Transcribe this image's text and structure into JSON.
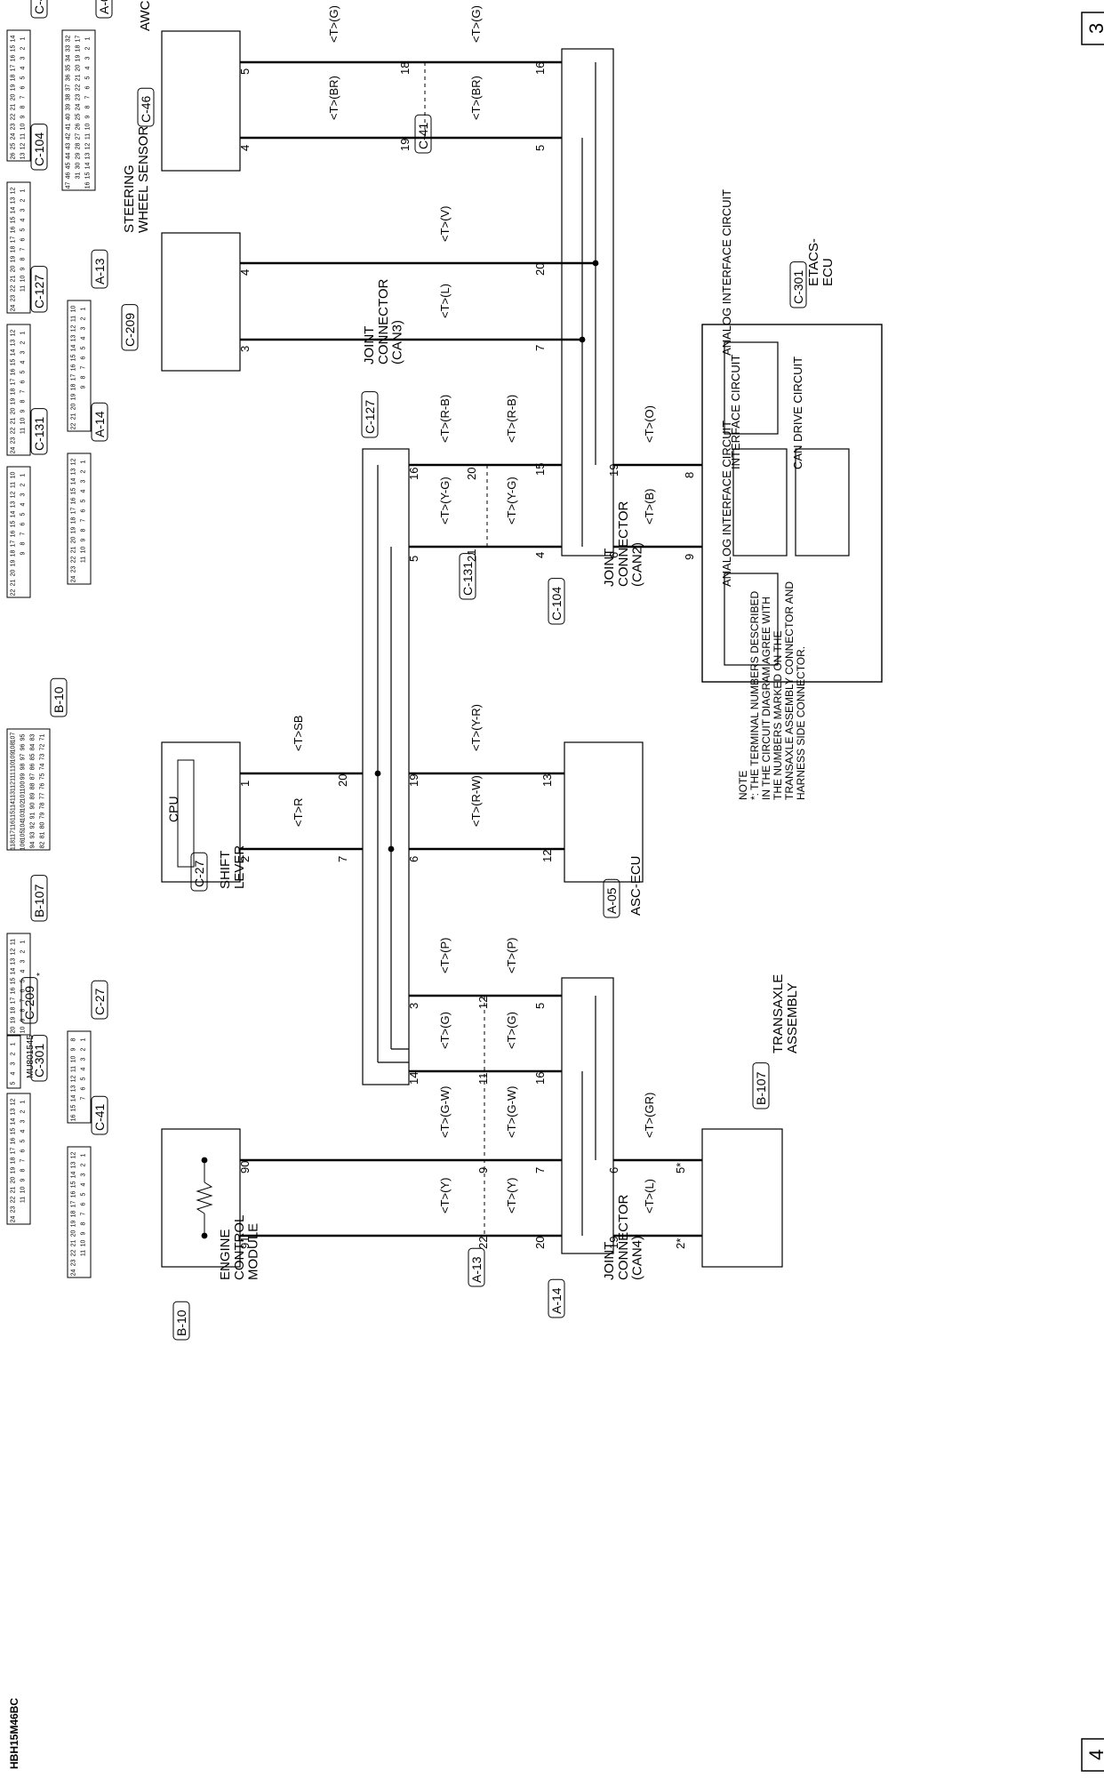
{
  "page_markers": {
    "top": "3",
    "bottom": "4"
  },
  "figure_code": "HBH15M46BC",
  "note": {
    "title": "NOTE",
    "lines": [
      "*: THE TERMINAL NUMBERS DESCRIBED",
      "IN THE CIRCUIT DIAGRAM AGREE WITH",
      "THE NUMBERS MARKED ON THE",
      "TRANSAXLE ASSEMBLY CONNECTOR AND",
      "HARNESS SIDE CONNECTOR."
    ]
  },
  "components": {
    "etacs": {
      "name": "ETACS-\nECU",
      "code": "C-301",
      "inner": [
        "ANALOG INTERFACE CIRCUIT",
        "INTERFACE CIRCUIT",
        "CAN DRIVE CIRCUIT",
        "ANALOG INTERFACE CIRCUIT"
      ]
    },
    "jc_can2": {
      "name": "JOINT\nCONNECTOR\n(CAN2)",
      "code": "C-104"
    },
    "jc_can3": {
      "name": "JOINT\nCONNECTOR\n(CAN3)",
      "code": "C-127"
    },
    "jc_can4": {
      "name": "JOINT\nCONNECTOR\n(CAN4)",
      "code": "A-14"
    },
    "awc": {
      "name": "AWC-ECU",
      "code": "C-46"
    },
    "steering": {
      "name": "STEERING\nWHEEL SENSOR",
      "code": "C-209"
    },
    "asc": {
      "name": "ASC-ECU",
      "code": "A-05"
    },
    "shift": {
      "name": "SHIFT\nLEVER",
      "code": "C-27",
      "inner": "CPU"
    },
    "transaxle": {
      "name": "TRANSAXLE\nASSEMBLY",
      "code": "B-107"
    },
    "ecm": {
      "name": "ENGINE\nCONTROL\nMODULE",
      "code": "B-10"
    }
  },
  "wire_colors": {
    "etacs_h": "<T>(O)",
    "etacs_l": "<T>(B)",
    "awc_h1": "<T>(G)",
    "awc_h2": "<T>(G)",
    "awc_l1": "<T>(BR)",
    "awc_l2": "<T>(BR)",
    "sws_h": "<T>(V)",
    "sws_l": "<T>(L)",
    "can3_h1": "<T>(R-B)",
    "can3_h2": "<T>(R-B)",
    "can3_l1": "<T>(Y-G)",
    "can3_l2": "<T>(Y-G)",
    "asc_h": "<T>(Y-R)",
    "asc_l": "<T>(R-W)",
    "shift_h": "<T>SB",
    "shift_l": "<T>R",
    "can4_a1": "<T>(P)",
    "can4_a2": "<T>(P)",
    "can4_b1": "<T>(G)",
    "can4_b2": "<T>(G)",
    "ecm_h1": "<T>(G-W)",
    "ecm_h2": "<T>(G-W)",
    "ecm_l1": "<T>(Y)",
    "ecm_l2": "<T>(Y)",
    "tx_h": "<T>(GR)",
    "tx_l": "<T>(L)"
  },
  "inline_codes": {
    "c41": "C-41",
    "c131": "C-131",
    "a13": "A-13"
  },
  "pins": {
    "etacs_8": "8",
    "etacs_9": "9",
    "can2_19": "19",
    "can2_6": "6",
    "can2_16": "16",
    "can2_5": "5",
    "can2_20": "20",
    "can2_7": "7",
    "can2_15": "15",
    "can2_4": "4",
    "awc_5": "5",
    "awc_4": "4",
    "c41_18": "18",
    "c41_19": "19",
    "sws_4": "4",
    "sws_3": "3",
    "c131_20": "20",
    "c131_21": "21",
    "can3_16": "16",
    "can3_5": "5",
    "asc_13": "13",
    "asc_12": "12",
    "can3_19": "19",
    "can3_6": "6",
    "can3_20": "20",
    "can3_7": "7",
    "shift_1": "1",
    "shift_2": "2",
    "can4_5": "5",
    "can4_16": "16",
    "a13_12": "12",
    "a13_11": "11",
    "can4_3": "3",
    "can4_14": "14",
    "can4_6": "6",
    "can4_19": "19",
    "tx_5": "5*",
    "tx_2": "2*",
    "can4_7": "7",
    "can4_20": "20",
    "a13_9": "9",
    "a13_22": "22",
    "ecm_90": "90",
    "ecm_91": "91"
  },
  "connector_legend": [
    {
      "code": "A-05",
      "note": "",
      "rows": [
        [
          "1",
          "2",
          "3",
          "4",
          "5",
          "6",
          "7",
          "8",
          "9",
          "10",
          "11",
          "12",
          "13",
          "14",
          "15",
          "16"
        ],
        [
          "17",
          "18",
          "19",
          "20",
          "21",
          "22",
          "23",
          "24",
          "25",
          "26",
          "27",
          "28",
          "29",
          "30",
          "31"
        ],
        [
          "32",
          "33",
          "34",
          "35",
          "36",
          "37",
          "38",
          "39",
          "40",
          "41",
          "42",
          "43",
          "44",
          "45",
          "46",
          "47"
        ]
      ]
    },
    {
      "code": "C-46",
      "note": "",
      "rows": [
        [
          "1",
          "2",
          "3",
          "4",
          "5",
          "6",
          "7",
          "8",
          "9",
          "10",
          "11",
          "12",
          "13"
        ],
        [
          "14",
          "15",
          "16",
          "17",
          "18",
          "19",
          "20",
          "21",
          "22",
          "23",
          "24",
          "25",
          "26"
        ]
      ]
    },
    {
      "code": "C-104",
      "note": "",
      "rows": [
        [
          "1",
          "2",
          "3",
          "4",
          "5",
          "6",
          "7",
          "8",
          "9",
          "10",
          "11"
        ],
        [
          "12",
          "13",
          "14",
          "15",
          "16",
          "17",
          "18",
          "19",
          "20",
          "21",
          "22",
          "23",
          "24"
        ]
      ]
    },
    {
      "code": "A-13",
      "note": "",
      "rows": [
        [
          "1",
          "2",
          "3",
          "4",
          "5",
          "6",
          "7",
          "8",
          "9"
        ],
        [
          "10",
          "11",
          "12",
          "13",
          "14",
          "15",
          "16",
          "17",
          "18",
          "19",
          "20",
          "21",
          "22"
        ]
      ]
    },
    {
      "code": "C-127",
      "note": "",
      "rows": [
        [
          "1",
          "2",
          "3",
          "4",
          "5",
          "6",
          "7",
          "8",
          "9",
          "10",
          "11"
        ],
        [
          "12",
          "13",
          "14",
          "15",
          "16",
          "17",
          "18",
          "19",
          "20",
          "21",
          "22",
          "23",
          "24"
        ]
      ]
    },
    {
      "code": "A-14",
      "note": "",
      "rows": [
        [
          "1",
          "2",
          "3",
          "4",
          "5",
          "6",
          "7",
          "8",
          "9",
          "10",
          "11"
        ],
        [
          "12",
          "13",
          "14",
          "15",
          "16",
          "17",
          "18",
          "19",
          "20",
          "21",
          "22",
          "23",
          "24"
        ]
      ]
    },
    {
      "code": "C-131",
      "note": "",
      "rows": [
        [
          "1",
          "2",
          "3",
          "4",
          "5",
          "6",
          "7",
          "8",
          "9"
        ],
        [
          "10",
          "11",
          "12",
          "13",
          "14",
          "15",
          "16",
          "17",
          "18",
          "19",
          "20",
          "21",
          "22"
        ]
      ]
    },
    {
      "code": "B-10",
      "note": "",
      "rows": [
        [
          "71",
          "72",
          "73",
          "74",
          "75",
          "76",
          "77",
          "78",
          "79",
          "80",
          "81",
          "82"
        ],
        [
          "83",
          "84",
          "85",
          "86",
          "87",
          "88",
          "89",
          "90",
          "91",
          "92",
          "93",
          "94"
        ],
        [
          "95",
          "96",
          "97",
          "98",
          "99",
          "100",
          "101",
          "102",
          "103",
          "104",
          "105",
          "106"
        ],
        [
          "107",
          "108",
          "109",
          "110",
          "111",
          "112",
          "113",
          "114",
          "115",
          "116",
          "117",
          "118"
        ]
      ]
    },
    {
      "code": "B-107",
      "note": "*",
      "rows": [
        [
          "1",
          "2",
          "3",
          "4",
          "5",
          "6",
          "7",
          "8",
          "9",
          "10"
        ],
        [
          "11",
          "12",
          "13",
          "14",
          "15",
          "16",
          "17",
          "18",
          "19",
          "20"
        ]
      ]
    },
    {
      "code": "C-27",
      "note": "",
      "rows": [
        [
          "1",
          "2",
          "3",
          "4",
          "5",
          "6",
          "7"
        ],
        [
          "8",
          "9",
          "10",
          "11",
          "12",
          "13",
          "14",
          "15",
          "16"
        ]
      ]
    },
    {
      "code": "C-209",
      "note": "MU801545",
      "rows": [
        [
          "1",
          "2",
          "3",
          "4",
          "5"
        ]
      ]
    },
    {
      "code": "C-301",
      "note": "",
      "rows": [
        [
          "1",
          "2",
          "3",
          "4",
          "5",
          "6",
          "7",
          "8",
          "9",
          "10",
          "11"
        ],
        [
          "12",
          "13",
          "14",
          "15",
          "16",
          "17",
          "18",
          "19",
          "20",
          "21",
          "22",
          "23",
          "24"
        ]
      ]
    },
    {
      "code": "C-41",
      "note": "",
      "rows": [
        [
          "1",
          "2",
          "3",
          "4",
          "5",
          "6",
          "7",
          "8",
          "9",
          "10",
          "11"
        ],
        [
          "12",
          "13",
          "14",
          "15",
          "16",
          "17",
          "18",
          "19",
          "20",
          "21",
          "22",
          "23",
          "24"
        ]
      ]
    }
  ]
}
